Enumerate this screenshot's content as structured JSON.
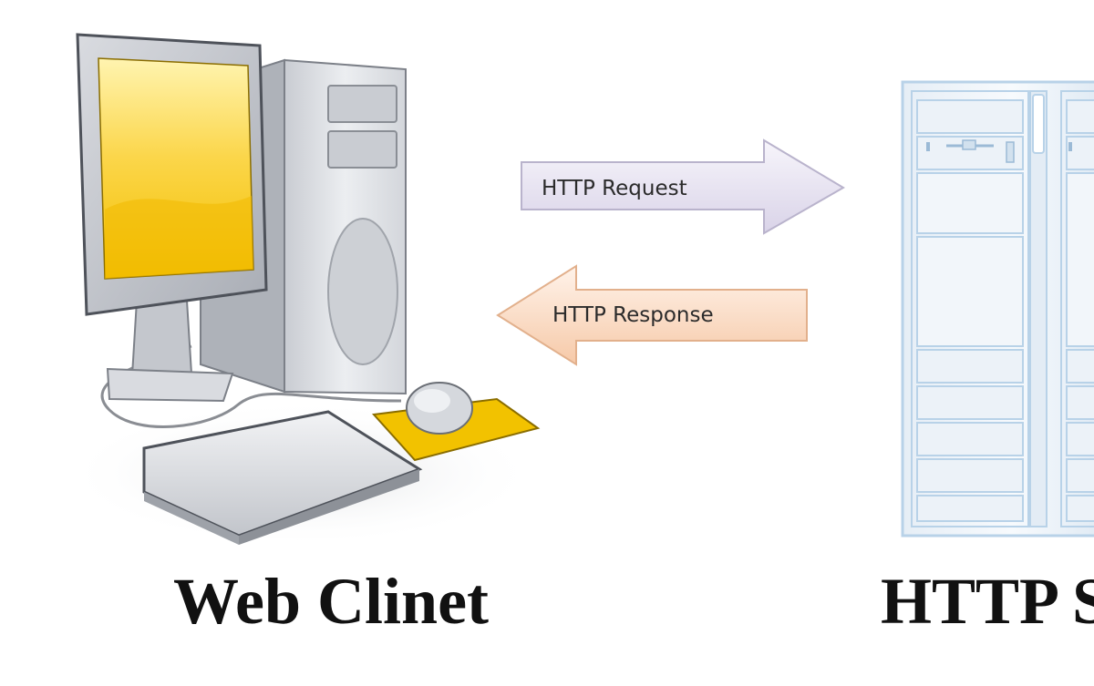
{
  "arrows": {
    "request_label": "HTTP Request",
    "response_label": "HTTP Response"
  },
  "captions": {
    "client": "Web Clinet",
    "server": "HTTP S"
  },
  "colors": {
    "screen": "#f7c600",
    "mousepad": "#f2c200",
    "request_arrow": "#e8e4f2",
    "response_arrow": "#fbdcc6",
    "server_frame": "#b8d2e8"
  },
  "icons": {
    "client": "desktop-computer-icon",
    "server": "server-rack-icon"
  }
}
